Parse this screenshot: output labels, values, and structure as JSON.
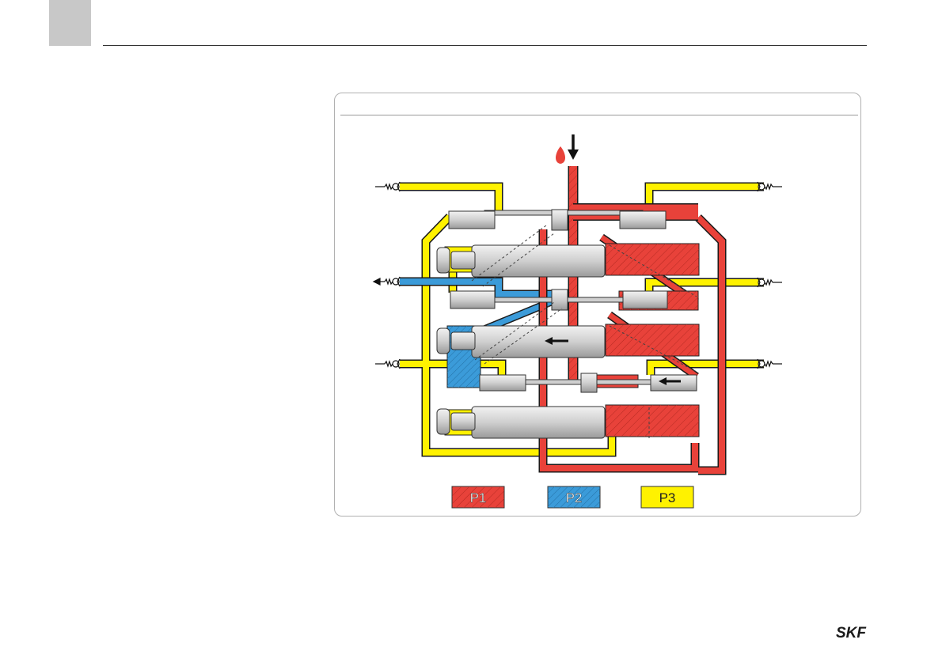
{
  "legend": [
    {
      "label": "P1",
      "color": "#e8423a"
    },
    {
      "label": "P2",
      "color": "#3b9bd9"
    },
    {
      "label": "P3",
      "color": "#fff200"
    }
  ],
  "colors": {
    "p1": "#e8423a",
    "p2": "#3b9bd9",
    "p3": "#fff200",
    "piston": "#d4d4d4"
  },
  "icons": [
    "drop-icon",
    "inflow-arrow-icon",
    "check-valve-icon",
    "flow-arrow-icon"
  ],
  "logo": {
    "text": "SKF"
  }
}
